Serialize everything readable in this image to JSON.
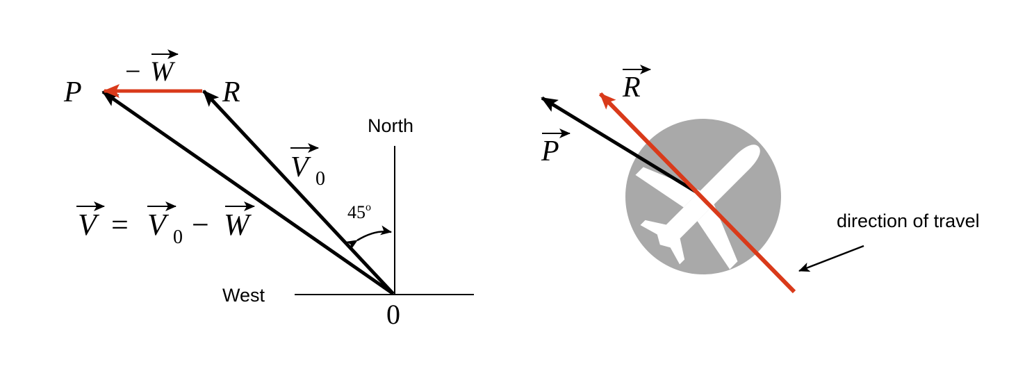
{
  "left": {
    "label_p": "P",
    "label_r": "R",
    "label_minus_w": "W",
    "minus_sign": "−",
    "label_v0": "V",
    "sub_zero": "0",
    "label_north": "North",
    "label_west": "West",
    "label_origin": "0",
    "angle_value": "45",
    "angle_unit": "o",
    "eq_v": "V",
    "eq_equals": "=",
    "eq_v0": "V",
    "eq_sub": "0",
    "eq_minus": "−",
    "eq_w": "W"
  },
  "right": {
    "label_r": "R",
    "label_p": "P",
    "direction_label": "direction of travel"
  },
  "colors": {
    "red": "#d93a1a",
    "black": "#000000",
    "gray_circle": "#a9a9a9",
    "plane": "#ffffff"
  }
}
